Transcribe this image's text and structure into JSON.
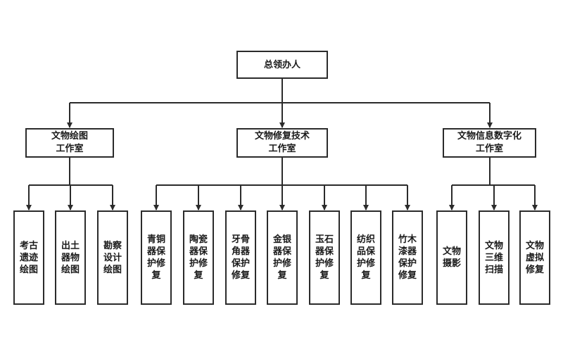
{
  "colors": {
    "line": "#2b2b2b",
    "box_fill": "#ffffff",
    "text": "#1a1a1a"
  },
  "root": {
    "label": "总领办人"
  },
  "departments": [
    {
      "label": "文物绘图\n工作室",
      "children": [
        "考古\n遗迹\n绘图",
        "出土\n器物\n绘图",
        "勘察\n设计\n绘图"
      ]
    },
    {
      "label": "文物修复技术\n工作室",
      "children": [
        "青铜\n器保\n护修\n复",
        "陶瓷\n器保\n护修\n复",
        "牙骨\n角器\n保护\n修复",
        "金银\n器保\n护修\n复",
        "玉石\n器保\n护修\n复",
        "纺织\n品保\n护修\n复",
        "竹木\n漆器\n保护\n修复"
      ]
    },
    {
      "label": "文物信息数字化\n工作室",
      "children": [
        "文物\n摄影",
        "文物\n三维\n扫描",
        "文物\n虚拟\n修复"
      ]
    }
  ]
}
